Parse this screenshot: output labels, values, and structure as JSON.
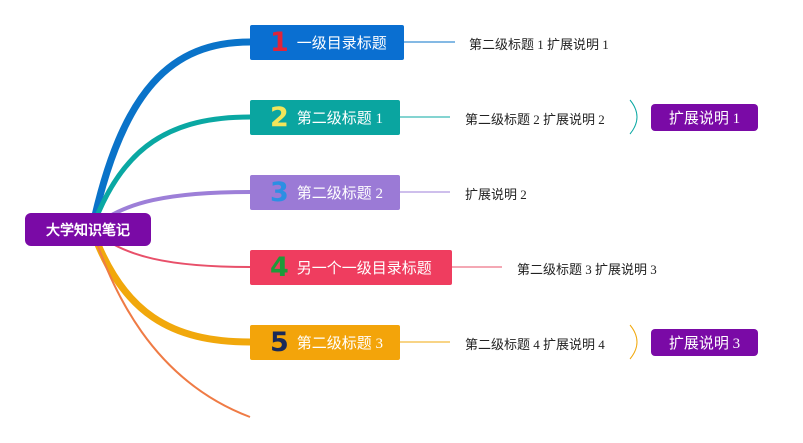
{
  "root": {
    "label": "大学知识笔记"
  },
  "topics": [
    {
      "num": "1",
      "label": "一级目录标题",
      "color": "#0a6fd1",
      "num_color": "#e0243a",
      "line_color": "#0a73c9",
      "sub": "第二级标题 1 扩展说明 1"
    },
    {
      "num": "2",
      "label": "第二级标题 1",
      "color": "#0aa5a0",
      "num_color": "#f3e55a",
      "line_color": "#0aa8a3",
      "sub": "第二级标题 2 扩展说明 2",
      "tag": "扩展说明 1"
    },
    {
      "num": "3",
      "label": "第二级标题 2",
      "color": "#9b7ad6",
      "num_color": "#2c8fe3",
      "line_color": "#9d7fd8",
      "sub": "扩展说明 2"
    },
    {
      "num": "4",
      "label": "另一个一级目录标题",
      "color": "#ef3d5f",
      "num_color": "#1e9a3a",
      "line_color": "#e8506a",
      "sub": "第二级标题 3 扩展说明 3"
    },
    {
      "num": "5",
      "label": "第二级标题 3",
      "color": "#f3a40a",
      "num_color": "#1a2a5a",
      "line_color": "#f1a80c",
      "sub": "第二级标题 4 扩展说明 4",
      "tag": "扩展说明 3"
    }
  ],
  "extra_branch_color": "#ef7b45"
}
